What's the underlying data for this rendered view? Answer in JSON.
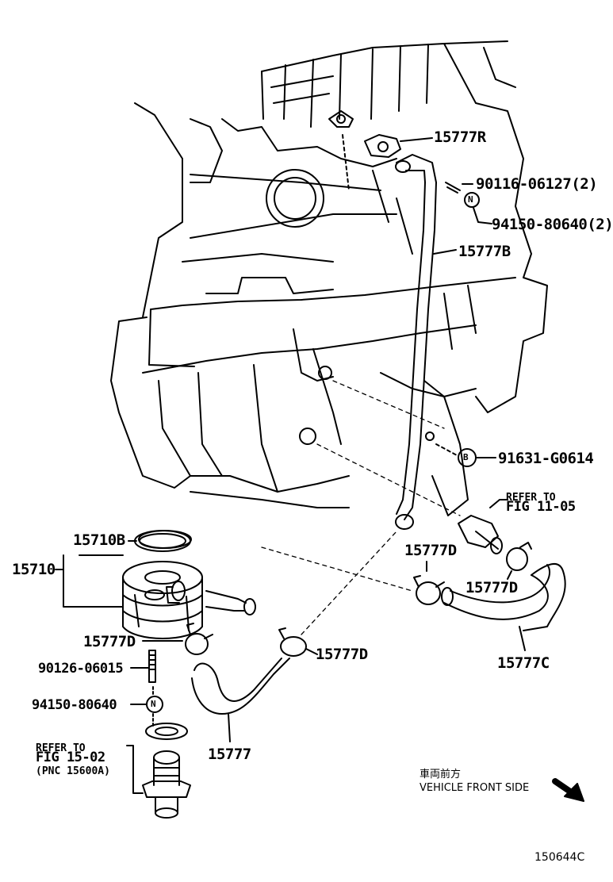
{
  "diagram": {
    "figure_code": "150644C",
    "direction_label_jp": "車両前方",
    "direction_label_en": "VEHICLE FRONT SIDE",
    "part_numbers": {
      "p15777R": "15777R",
      "p90116": "90116-06127(2)",
      "p94150_top": "94150-80640(2)",
      "p15777B": "15777B",
      "p91631": "91631-G0614",
      "p15710B": "15710B",
      "p15710": "15710",
      "p15777D_a": "15777D",
      "p15777D_b": "15777D",
      "p15777D_c": "15777D",
      "p15777D_d": "15777D",
      "p90126": "90126-06015",
      "p94150_bottom": "94150-80640",
      "p15777C": "15777C",
      "p15777": "15777"
    },
    "refer_right": {
      "line1": "REFER TO",
      "line2": "FIG  11-05"
    },
    "refer_left": {
      "line1": "REFER TO",
      "line2": "FIG  15-02",
      "line3": "(PNC  15600A)"
    },
    "symbols": {
      "nut_top": "N",
      "bolt_b": "B",
      "nut_bottom": "N"
    }
  }
}
